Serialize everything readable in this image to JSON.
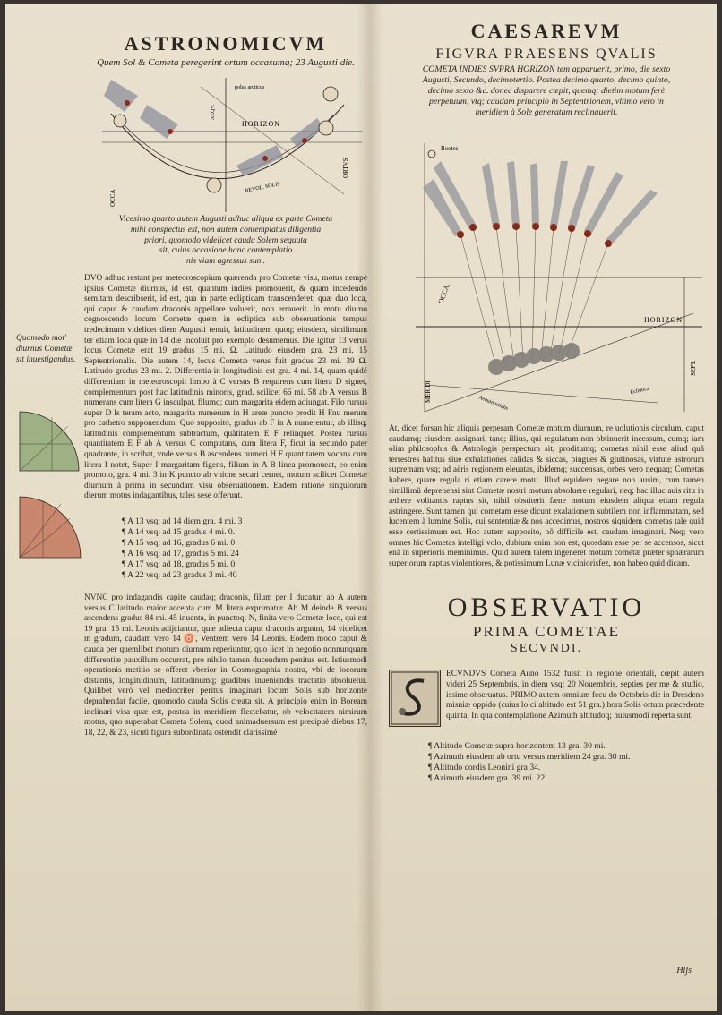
{
  "left": {
    "heading": "ASTRONOMICVM",
    "subtitle": "Quem Sol & Cometa peregerint ortum occasumq; 23 Augusti die.",
    "fig1_labels": {
      "polus": "polus arcticus",
      "horizon": "HORIZON",
      "occa": "OCCA",
      "ortus": "ORTVS",
      "aequator": "AEQV.",
      "revol": "REVOL. SOLIS"
    },
    "caption": [
      "Vicesimo quarto autem Augusti adhuc aliqua ex parte Cometa",
      "mihi conspectus est, non autem contemplatus diligentia",
      "priori, quomodo videlicet cauda Solem sequuta",
      "sit, cuius occasione hanc contemplatio",
      "nis viam agressus sum."
    ],
    "margin_note": "Quomodo mot' diurnus Cometæ sit inuestigandus.",
    "para1": "DVO adhuc restant per meteoroscopium quærenda pro Cometæ visu, motus nempè ipsius Cometæ diurnus, id est, quantum indies promouerit, & quam incedendo semitam describserit, id est, qua in parte eclipticam transcenderet, quæ duo loca, qui caput & caudam draconis appellare voluerit, non errauerit. In motu diurno cognoscendo locum Cometæ quem in ecliptica sub obseruationis tempus tredecimum videlicet diem Augusti tenuit, latitudinem quoq; eiusdem, similimum ter etiam loca quæ in 14 die incoluit pro exemplo desumemus. Die igitur 13 verus locus Cometæ erat 19 gradus 15 mi. Ω. Latitudo eiusdem gra. 23 mi. 15 Septentrionalis. Die autem 14, locus Cometæ verus fuit gradus 23 mi. 39 Ω. Latitudo gradus 23 mi. 2. Differentia in longitudinis est gra. 4 mi. 14, quam quidé differentiam in meteoroscopii limbo à C versus B requirens cum litera D signet, complementum post hac latitudinis minoris, grad. scilicet 66 mi. 58 ab A versus B numerans cum litera G insculpat, filumq; cum margarita eidem adiungat. Filo rursus super D ls teram acto, margarita numerum in H areæ puncto prodit H Fnu merum pro cathetro supponendum. Quo supposito, gradus ab F in A numerentur, ab illisq; latitudinis complementum subtractum, quãtitatem E F relinquet. Postea rursus quantitatem E F ab A versus C computans, cum litera F, ficut in secundo pater quadrante, in scribat, vnde versus B ascendens numeri H F quantitatem vocans cum litera I notet, Super I margaritam figens, filium in A B linea promoueat, eo enim promoto, gra. 4 mi. 3 in K puncto ab vnione secari cernet, motum scilicet Cometæ diurnum à prima in secundam visu obseruationem. Eadem ratione singulorum dierum motus indagantibus, tales sese offerunt.",
    "list": [
      "¶ A 13 vsq; ad 14 diem gra. 4 mi. 3",
      "¶ A 14 vsq; ad 15 gradus 4 mi. 0.",
      "¶ A 15 vsq; ad 16, gradus 6 mi. 0",
      "¶ A 16 vsq; ad 17, gradus 5 mi. 24",
      "¶ A 17 vsq; ad 18, gradus 5 mi. 0.",
      "¶ A 22 vsq; ad 23 gradus 3 mi. 40"
    ],
    "para2": "NVNC pro indagandis capite caudaq; draconis, filum per I ducatur, ab A autem versus C latitudo maior accepta cum M litera exprimatur. Ab M deinde B versus ascendens gradus 84 mi. 45 inuenta, in punctoq; N, finita vero Cometæ loco, qui est 19 gra. 15 mi. Leonis adijciantur, quæ adiecta caput draconis arguunt, 14 videlicet m gradum, caudam vero 14 ♉, Ventrem vero 14 Leonis. Eodem modo caput & cauda per quemlibet motum diurnum reperiuntur, quo licet in negotio nonnunquam differentiæ pauxillum occurrat, pro nihilo tamen ducendum penitus est. Istiusmodi operationis metitio se offeret vberior in Cosmographia nostra, vbi de locorum distantis, longitudinum, latitudinumq; gradibus inueniendis tractatio absoluetur. Quilibet verò vel mediocriter peritus imaginari locum Solis sub horizonte deprahendat facile, quomodo cauda Solis creata sit. A principio enim in Boream inclinari visa quæ est, postea in meridiem flectebatur, ob velocitatem nimirum motus, quo superabat Cometa Solem, quod animaduersum est precipuè diebus 17, 18, 22, & 23, sicuti figura subordinata ostendit clarissimè"
  },
  "right": {
    "heading": "CAESAREVM",
    "title_line": "FIGVRA PRAESENS QVALIS",
    "subtitle": "COMETA INDIES SVPRA HORIZON tem apparuerit, primo, die sexto Augusti, Secundo, decimotertio. Postea decimo quarto, decimo quinto, decimo sexto &c. donec disparere cœpit, quemq; dietim motum ferè perpetuum, vtq; caudam principio in Septentrionem, vltimo vero in meridiem à Sole generatam reclinauerit.",
    "fig2_labels": {
      "bootes": "Bootes",
      "occa": "OCCA.",
      "horizon": "HORIZON",
      "meridi": "MERIDI",
      "sept": "SEPT.",
      "aequi": "Aequinoctialis",
      "eclip": "Ecliptica"
    },
    "para1": "At, dicet forsan hic aliquis perperam Cometæ motum diurnum, re uolutionis circulum, caput caudamq; eiusdem assignari, tanq; illius, qui regulatum non obtinuerit incessum, cumq; iam olim philosophis & Astrologis perspectum sit, proditumq; cometas nihil esse aliud quã terrestres halitus siue exhalationes calidas & siccas, pingues & glutinosas, virtute astrorum supremam vsq; ad aëris regionem eleuatas, ibidemq; succensas, orbes vero nequaq; Cometas habere, quare regula ri etiam carere motu. Illud equidem negare non ausim, cum tamen simillimũ deprehensi sint Cometæ nostri motum absoluere regulari, neq; hac illuc auis ritu in æthere volitantis raptus sit, nihil obstiterit fæne motum eiusdem aliqua etiam regula astringere. Sunt tamen qui cometam esse dicunt exalationem subtilem non inflammatam, sed lucentem à lumine Solis, cui sententiæ & nos accedimus, nostros siquidem cometas tale quid esse certissimum est. Hoc autem supposito, nõ difficile est, caudam imaginari. Neq; vero omnes hic Cometas intelligi volo, dubium enim non est, quosdam esse per se accensos, sicut enã in superioris meminimus. Quid autem talem ingeneret motum cometæ præter sphærarum superiorum raptus violentiores, & potissimum Lunæ viciniorisfez, non habeo quid dicam.",
    "obs_title": "OBSERVATIO",
    "obs_sub1": "PRIMA COMETAE",
    "obs_sub2": "SECVNDI.",
    "para2": "ECVNDVS Cometa Anno 1532 fulsit in regione orientali, cœpit autem videri 25 Septembris, in diem vsq; 20 Nouembris, septies per me & studio, issime obseruatus. PRIMO autem omnium fecu do Octobris die in Dresdeno misniæ oppido (cuius lo ci altitudo est 51 gra.) hora Solis ortum præcedente quinta, In qua contemplatione Azimuth altitudoq; huiusmodi reperta sunt.",
    "list": [
      "¶ Altitudo Cometæ supra horizontem 13 gra. 30 mi.",
      "¶ Azimuth eiusdem ab ortu versus meridiem 24 gra. 30 mi.",
      "¶ Altitudo cordis Leonini gra 34.",
      "¶ Azimuth eiusdem gra. 39 mi. 22."
    ],
    "catchword": "Hijs"
  },
  "colors": {
    "paper": "#e6ddc8",
    "ink": "#2b2620",
    "green": "#9db184",
    "red": "#c9876e",
    "comet": "#8c8f99"
  }
}
